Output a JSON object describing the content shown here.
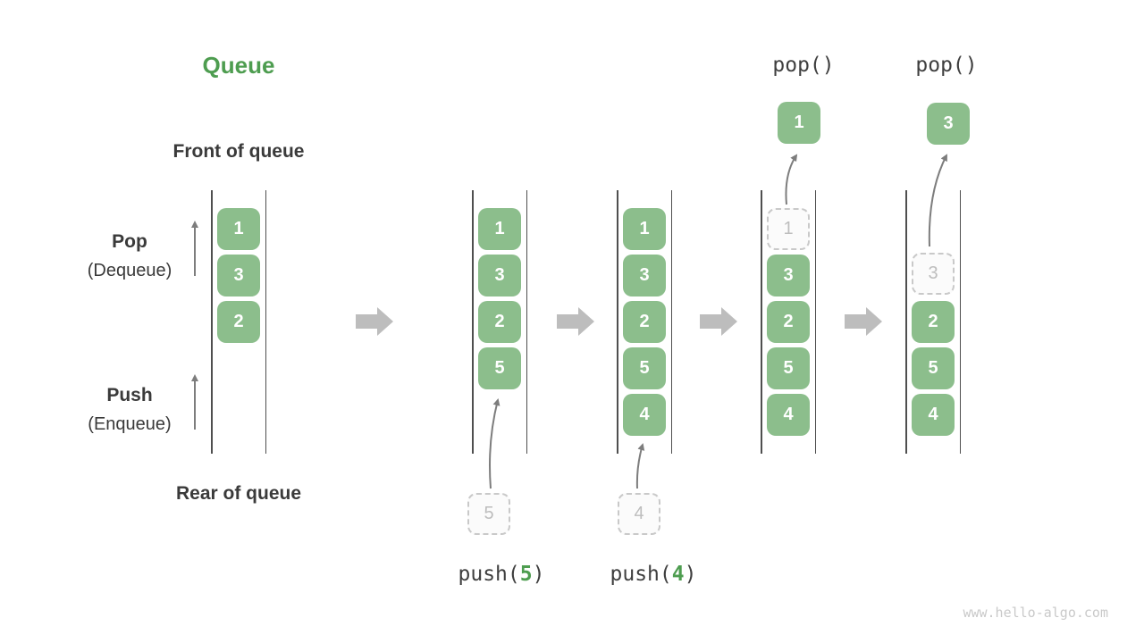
{
  "title": "Queue",
  "labels": {
    "front": "Front of queue",
    "rear": "Rear of queue",
    "pop_main": "Pop",
    "pop_sub": "(Dequeue)",
    "push_main": "Push",
    "push_sub": "(Enqueue)"
  },
  "ops": {
    "pop1": "pop()",
    "pop2": "pop()",
    "push5": {
      "prefix": "push(",
      "arg": "5",
      "suffix": ")"
    },
    "push4": {
      "prefix": "push(",
      "arg": "4",
      "suffix": ")"
    }
  },
  "columns": [
    {
      "boxes": [
        {
          "value": "1"
        },
        {
          "value": "3"
        },
        {
          "value": "2"
        }
      ]
    },
    {
      "boxes": [
        {
          "value": "1"
        },
        {
          "value": "3"
        },
        {
          "value": "2"
        },
        {
          "value": "5"
        }
      ]
    },
    {
      "boxes": [
        {
          "value": "1"
        },
        {
          "value": "3"
        },
        {
          "value": "2"
        },
        {
          "value": "5"
        },
        {
          "value": "4"
        }
      ]
    },
    {
      "boxes": [
        {
          "value": "1",
          "dashed": true
        },
        {
          "value": "3"
        },
        {
          "value": "2"
        },
        {
          "value": "5"
        },
        {
          "value": "4"
        }
      ]
    },
    {
      "boxes": [
        {
          "value": "3",
          "dashed": true
        },
        {
          "value": "2"
        },
        {
          "value": "5"
        },
        {
          "value": "4"
        }
      ]
    }
  ],
  "popped": {
    "first": "1",
    "second": "3"
  },
  "staged": {
    "first": "5",
    "second": "4"
  },
  "icons": {
    "step_arrow": "block-arrow-right",
    "pop_direction": "thin-arrow-up",
    "push_direction": "thin-arrow-up",
    "transfer": "curved-arrow"
  },
  "colors": {
    "accent_green": "#4E9D50",
    "box_green": "#8CBE8C",
    "box_text": "#FFFFFF",
    "dashed_border": "#C9C9C9",
    "dashed_text": "#BDBDBD",
    "arrow_gray": "#BDBDBD",
    "line_dark": "#4F4F4F",
    "label_dark": "#3A3A3A"
  },
  "watermark": "www.hello-algo.com"
}
